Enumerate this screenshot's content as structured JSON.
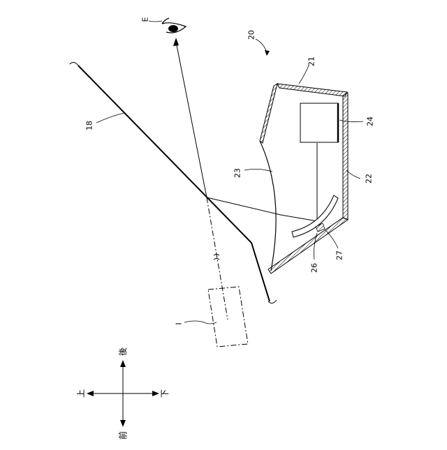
{
  "labels": {
    "eye": "E",
    "system": "20",
    "housing_top": "21",
    "housing_bottom": "22",
    "concave_mirror": "23",
    "display": "24",
    "part_26": "26",
    "part_27": "27",
    "windshield": "18",
    "virtual_image": "I"
  },
  "directions": {
    "rear": "後",
    "front": "前",
    "up": "上",
    "down": "下"
  }
}
